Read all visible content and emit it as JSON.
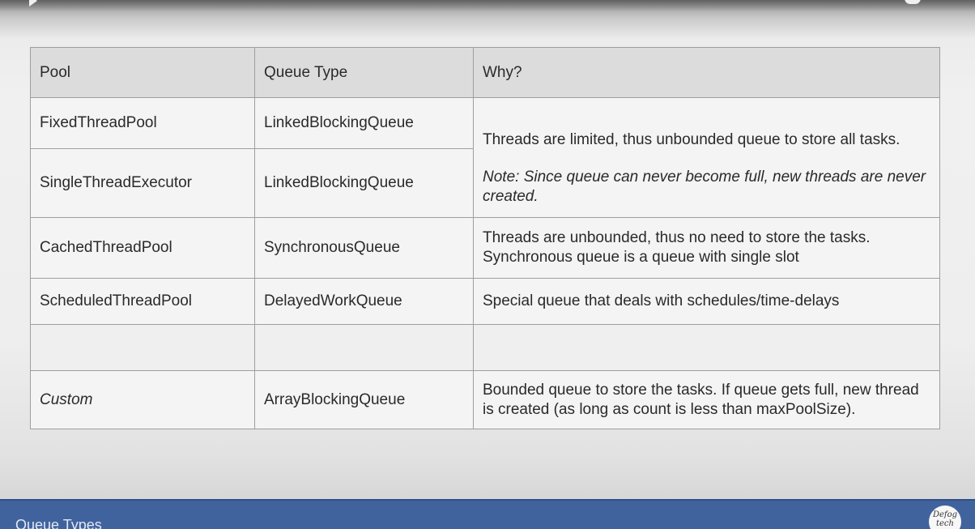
{
  "table": {
    "headers": [
      "Pool",
      "Queue Type",
      "Why?"
    ],
    "rows": [
      {
        "pool": "FixedThreadPool",
        "queue": "LinkedBlockingQueue"
      },
      {
        "pool": "SingleThreadExecutor",
        "queue": "LinkedBlockingQueue"
      },
      {
        "pool": "CachedThreadPool",
        "queue": "SynchronousQueue",
        "why": "Threads are unbounded, thus no need to store the tasks. Synchronous queue is a queue with single slot"
      },
      {
        "pool": "ScheduledThreadPool",
        "queue": "DelayedWorkQueue",
        "why": "Special queue that deals with schedules/time-delays"
      },
      {
        "pool": "",
        "queue": "",
        "why": ""
      },
      {
        "pool": "Custom",
        "queue": "ArrayBlockingQueue",
        "why": "Bounded queue to store the tasks. If queue gets full, new thread is created (as long as count is less than maxPoolSize)."
      }
    ],
    "merged_why": {
      "text": "Threads are limited, thus unbounded queue to store all tasks.",
      "note": "Note: Since queue can never become full, new threads are never created."
    }
  },
  "footer": {
    "title": "Queue Types",
    "logo_text": "Defog tech"
  },
  "colors": {
    "header_bg": "#dcdcdc",
    "footer_bg": "#41639d",
    "border": "#9e9e9e"
  }
}
